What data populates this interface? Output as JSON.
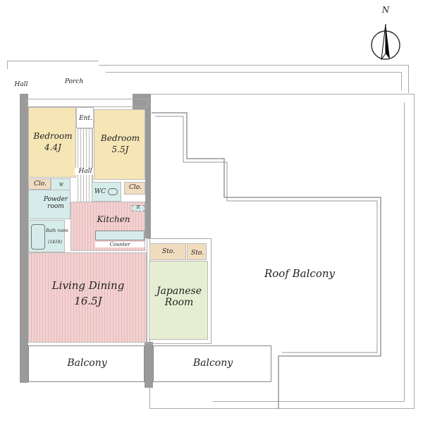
{
  "compass": {
    "label": "N"
  },
  "rooms": {
    "hall_outer": "Hall",
    "porch": "Porch",
    "entrance": "Ent.",
    "bedroom1": {
      "name": "Bedroom",
      "size": "4.4J"
    },
    "bedroom2": {
      "name": "Bedroom",
      "size": "5.5J"
    },
    "hall": "Hall",
    "closet1": "Clo.",
    "closet2": "Clo.",
    "washer": "W",
    "wc": "WC",
    "refrigerator": "R",
    "powder_room": "Powder room",
    "bath_room": {
      "name": "Bath room",
      "size": "(1418)"
    },
    "kitchen": "Kitchen",
    "counter": "Counter",
    "storage1": "Sto.",
    "storage2": "Sto.",
    "living_dining": {
      "name": "Living Dining",
      "size": "16.5J"
    },
    "japanese_room": "Japanese Room",
    "balcony1": "Balcony",
    "balcony2": "Balcony",
    "roof_balcony": "Roof Balcony"
  }
}
